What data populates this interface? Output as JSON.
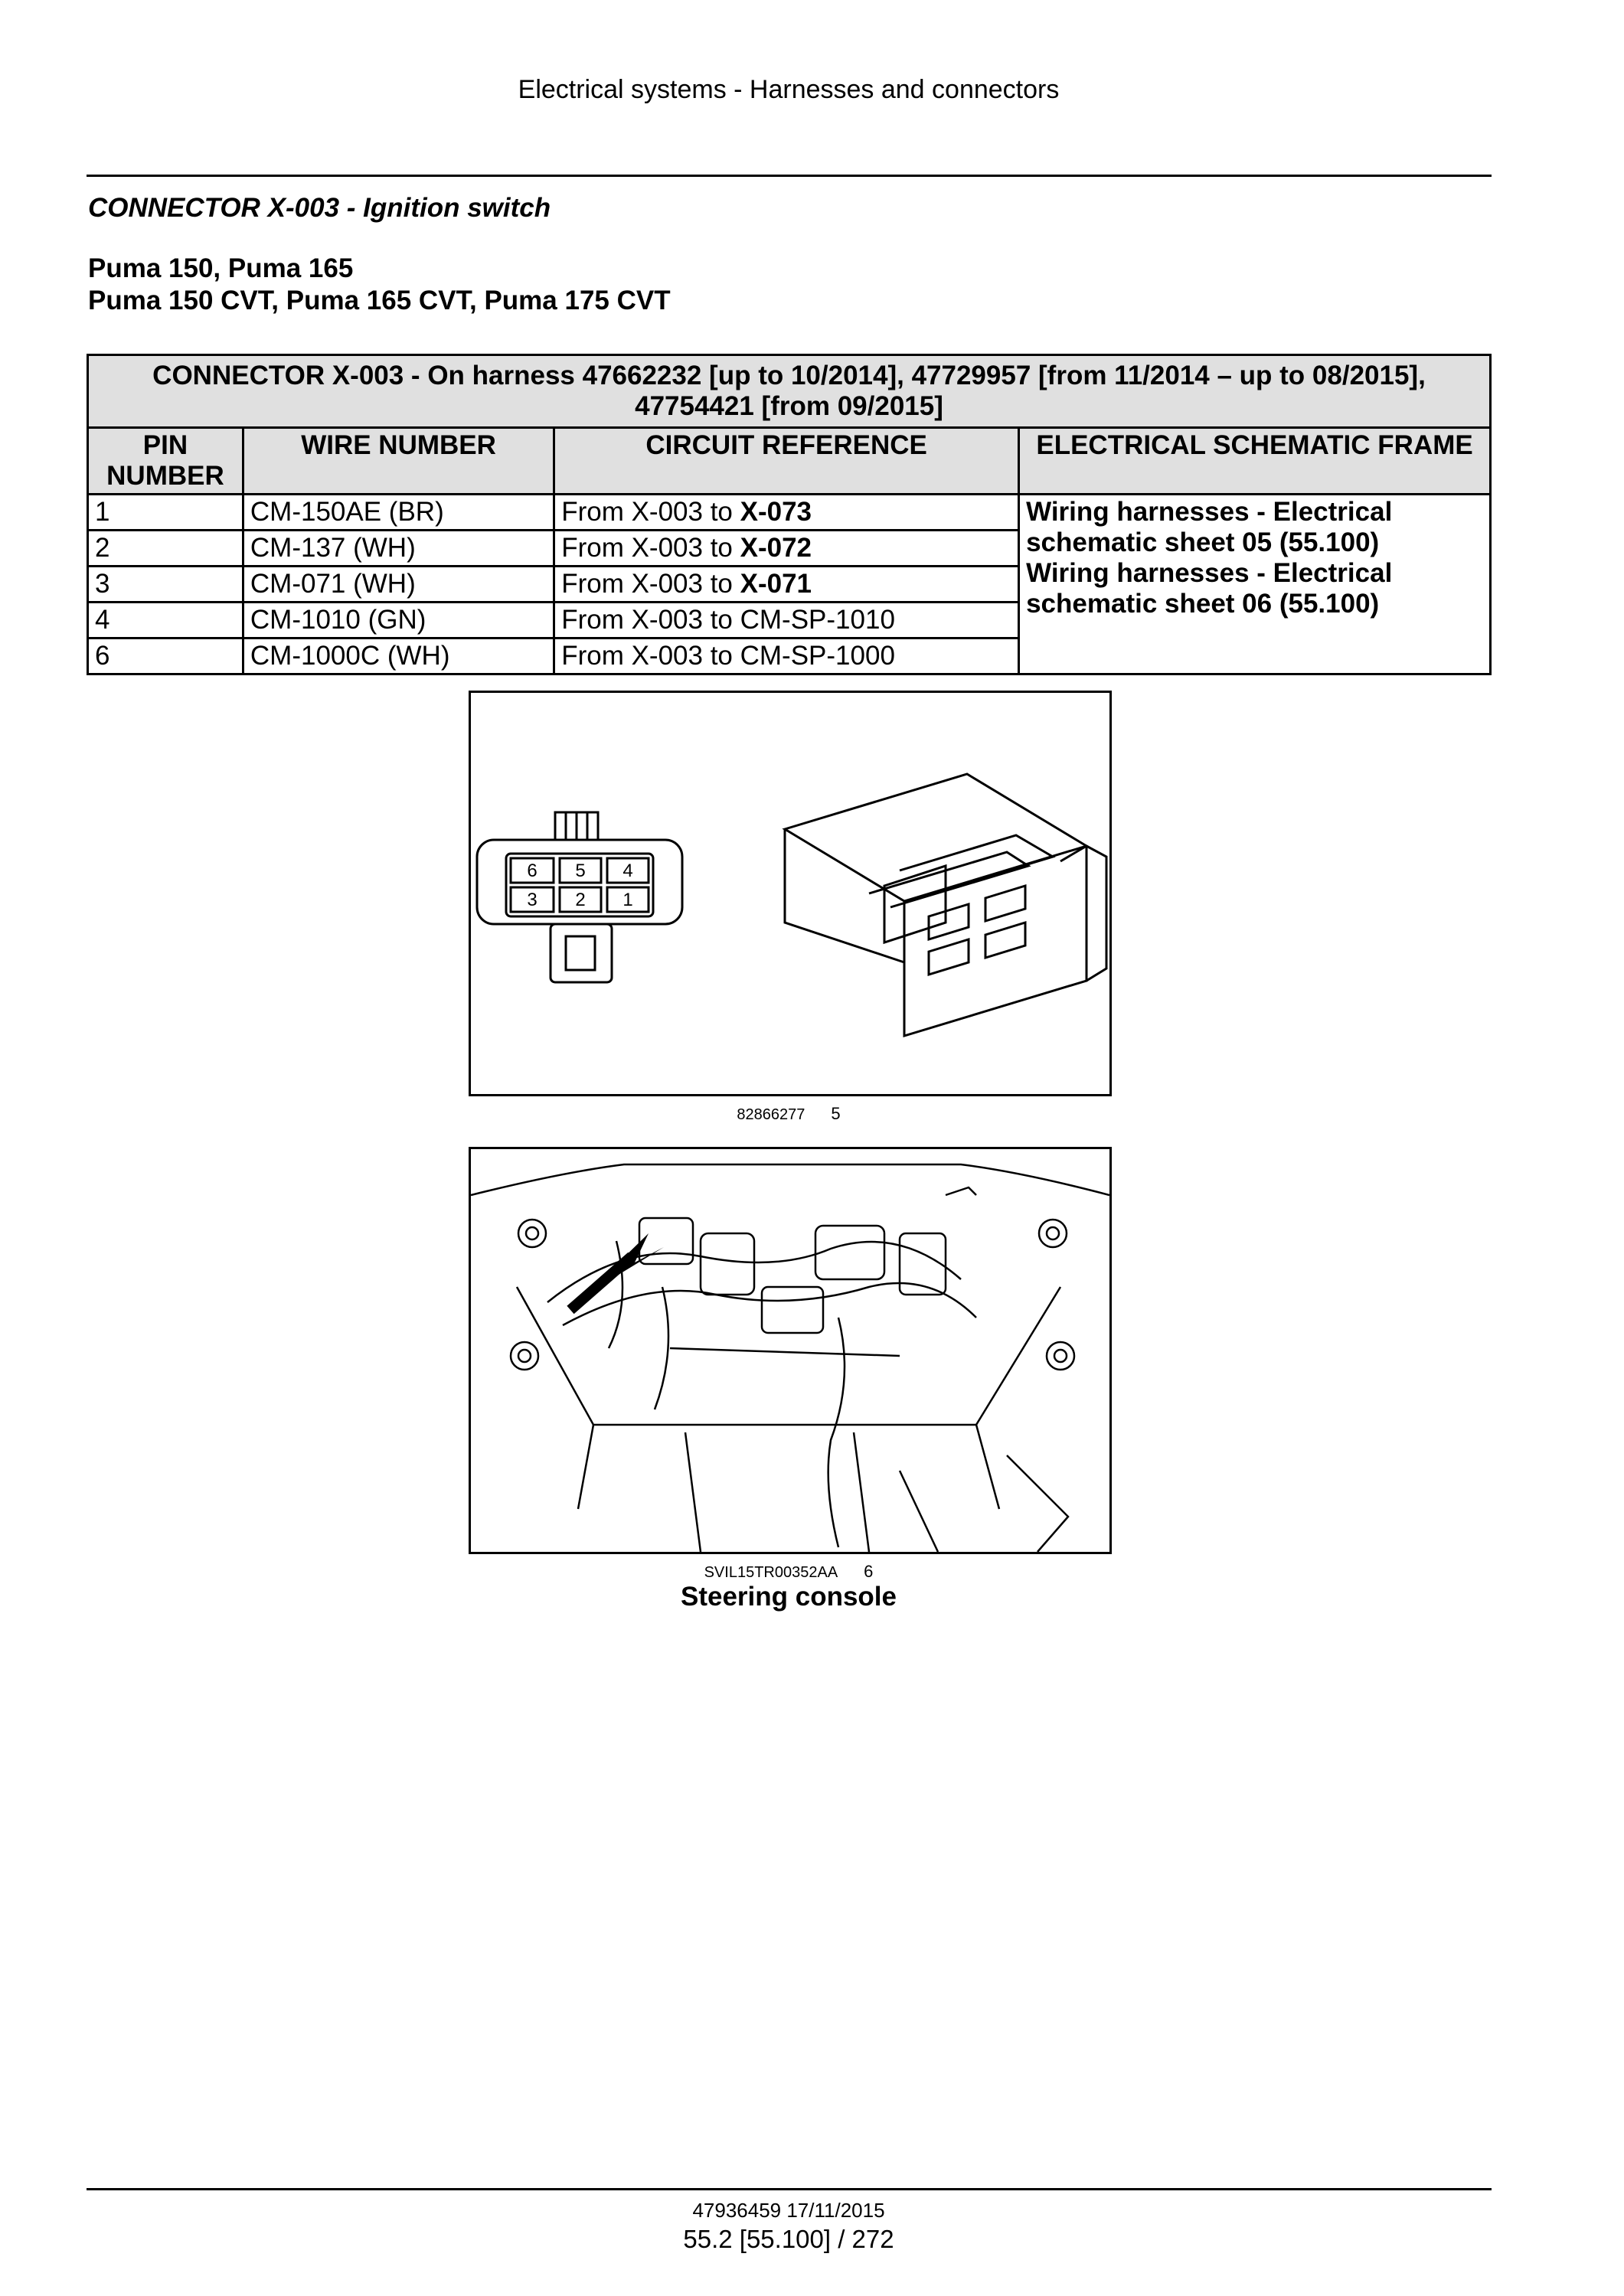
{
  "header": {
    "title": "Electrical systems - Harnesses and connectors"
  },
  "section": {
    "title": "CONNECTOR X-003 - Ignition switch",
    "models": [
      "Puma 150, Puma 165",
      "Puma 150 CVT, Puma 165 CVT, Puma 175 CVT"
    ]
  },
  "table": {
    "caption": "CONNECTOR X-003 - On harness 47662232 [up to 10/2014], 47729957 [from 11/2014 – up to 08/2015], 47754421 [from 09/2015]",
    "headers": [
      "PIN NUMBER",
      "WIRE NUMBER",
      "CIRCUIT REFERENCE",
      "ELECTRICAL SCHEMATIC FRAME"
    ],
    "rows": [
      {
        "pin": "1",
        "wire": "CM-150AE (BR)",
        "circuit_prefix": "From X-003 to ",
        "circuit_target": "X-073"
      },
      {
        "pin": "2",
        "wire": "CM-137 (WH)",
        "circuit_prefix": "From X-003 to ",
        "circuit_target": "X-072"
      },
      {
        "pin": "3",
        "wire": "CM-071 (WH)",
        "circuit_prefix": "From X-003 to ",
        "circuit_target": "X-071"
      },
      {
        "pin": "4",
        "wire": "CM-1010 (GN)",
        "circuit_prefix": "From X-003 to CM-SP-1010",
        "circuit_target": ""
      },
      {
        "pin": "6",
        "wire": "CM-1000C (WH)",
        "circuit_prefix": "From X-003 to CM-SP-1000",
        "circuit_target": ""
      }
    ],
    "schematic_frames": [
      "Wiring harnesses - Electrical schematic sheet 05 (55.100)",
      "Wiring harnesses - Electrical schematic sheet 06 (55.100)"
    ]
  },
  "figure5": {
    "code": "82866277",
    "number": "5",
    "pin_labels_top": [
      "6",
      "5",
      "4"
    ],
    "pin_labels_bottom": [
      "3",
      "2",
      "1"
    ]
  },
  "figure6": {
    "code": "SVIL15TR00352AA",
    "number": "6",
    "title": "Steering console"
  },
  "footer": {
    "doc": "47936459 17/11/2015",
    "page": "55.2 [55.100] / 272"
  }
}
